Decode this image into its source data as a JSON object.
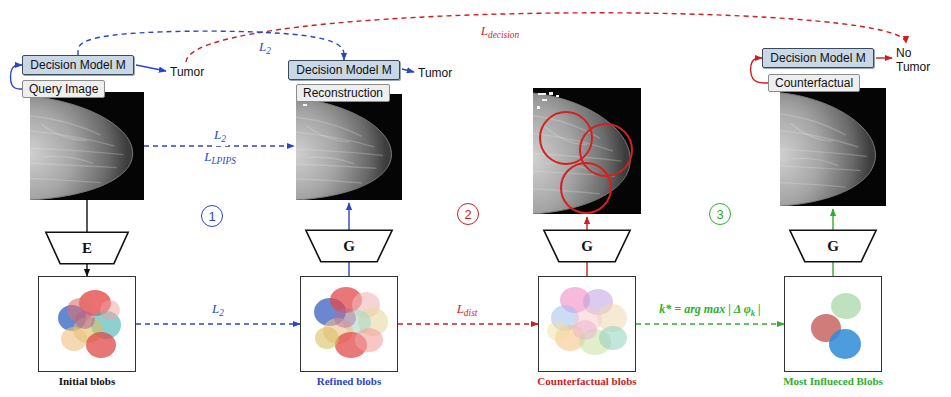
{
  "diagram": {
    "nodes": [
      {
        "text": [
          "Decision Model M"
        ]
      },
      {
        "text": [
          "Query Image"
        ]
      },
      {
        "text": [
          "Decision Model M"
        ]
      },
      {
        "text": [
          "Reconstruction"
        ]
      },
      {
        "text": [
          "Decision Model M"
        ]
      },
      {
        "text": [
          "Counterfactual"
        ]
      },
      {
        "text": [
          "1"
        ]
      },
      {
        "text": [
          "2"
        ]
      },
      {
        "text": [
          "3"
        ]
      },
      {
        "text": [
          "E"
        ]
      },
      {
        "text": [
          "G"
        ]
      },
      {
        "text": [
          "G"
        ]
      },
      {
        "text": [
          "G"
        ]
      },
      {
        "text": [
          "Initial blobs"
        ]
      },
      {
        "text": [
          "Refined blobs"
        ]
      },
      {
        "text": [
          "Counterfactual blobs"
        ]
      },
      {
        "text": [
          "Most Influeced Blobs"
        ]
      }
    ],
    "edges": [
      {
        "from": 1,
        "to": 0,
        "arrow": "to"
      },
      {
        "from": 0,
        "to": 2,
        "label": "L2",
        "arrow": "to"
      },
      {
        "from": 5,
        "to": 4,
        "arrow": "to"
      },
      {
        "from": 9,
        "to": 13,
        "arrow": "to"
      },
      {
        "from": 13,
        "to": 14,
        "label": "L2",
        "arrow": "to"
      },
      {
        "from": 14,
        "to": 10,
        "arrow": "none"
      },
      {
        "from": 14,
        "to": 15,
        "label": "Ldist",
        "arrow": "to"
      },
      {
        "from": 15,
        "to": 11,
        "arrow": "none"
      },
      {
        "from": 15,
        "to": 16,
        "label": "k* = arg max | Δ φk |",
        "arrow": "to"
      },
      {
        "from": 16,
        "to": 12,
        "arrow": "none"
      }
    ],
    "labels": [
      "Tumor",
      "Tumor",
      "No Tumor",
      "L2",
      "LLPIPS",
      "Ldecision"
    ]
  }
}
